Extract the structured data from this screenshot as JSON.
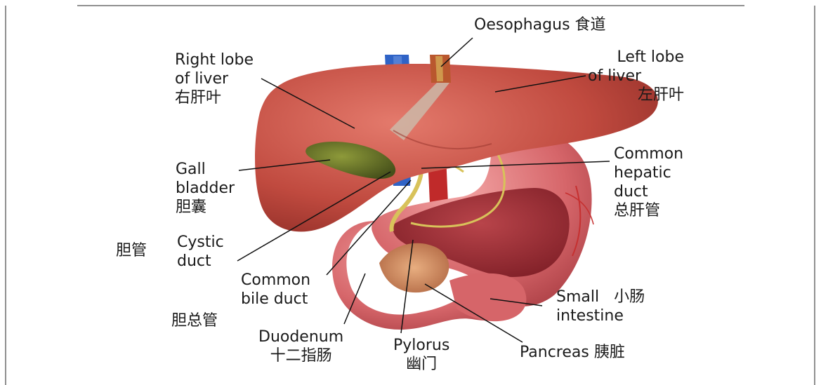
{
  "labels": {
    "oesophagus": "Oesophagus 食道",
    "right_lobe": {
      "line1": "Right lobe",
      "line2": "of liver",
      "line3": "右肝叶"
    },
    "left_lobe": {
      "line1": "Left lobe",
      "line2": "of liver",
      "line3": "左肝叶"
    },
    "gall_bladder": {
      "line1": "Gall",
      "line2": "bladder",
      "line3": "胆囊"
    },
    "common_hepatic_duct": {
      "line1": "Common",
      "line2": "hepatic",
      "line3": "duct",
      "line4": "总肝管"
    },
    "cystic_duct": {
      "zh": "胆管",
      "line1": "Cystic",
      "line2": "duct"
    },
    "common_bile_duct": {
      "line1": "Common",
      "line2": "bile duct",
      "zh": "胆总管"
    },
    "duodenum": {
      "line1": "Duodenum",
      "line2": "十二指肠"
    },
    "pylorus": {
      "line1": "Pylorus",
      "line2": "幽门"
    },
    "small_intestine": {
      "line1": "Small   小肠",
      "line2": "intestine"
    },
    "pancreas": "Pancreas 胰脏"
  },
  "colors": {
    "liver": "#b8433a",
    "liver_light": "#d4675a",
    "stomach": "#c9585c",
    "gall_bladder": "#5e6a22",
    "vein": "#2d5fc0",
    "artery": "#c42a2a",
    "duct": "#d8c25a",
    "pancreas": "#d99a6a"
  }
}
